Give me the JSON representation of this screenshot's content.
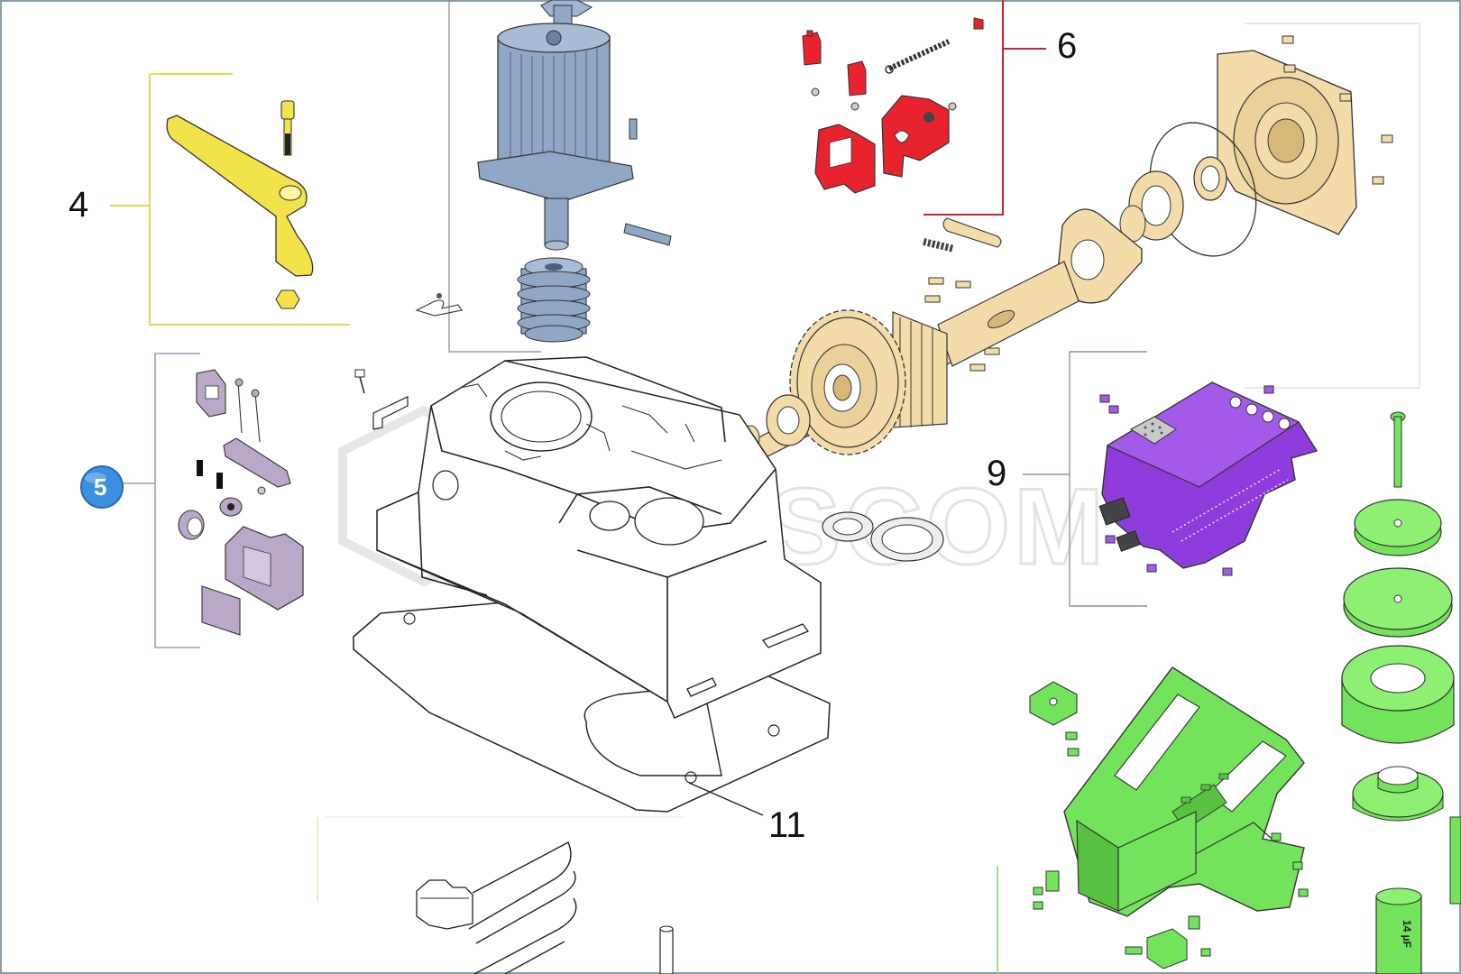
{
  "callouts": {
    "c4": "4",
    "c5": "5",
    "c6": "6",
    "c9": "9",
    "c11": "11"
  },
  "watermark": "PLUSCOM",
  "capacitor_label": "14 µF",
  "colors": {
    "yellow_group": "#f2e34a",
    "red_group": "#e8232e",
    "tan_group": "#f3dcaa",
    "purple_group": "#8e3ddc",
    "green_group": "#72e35a",
    "motor_blue": "#8fa6c4",
    "lock_lilac": "#b9a8c8",
    "badge_blue": "#3d8fe0",
    "bracket_yellow": "#e6d74a",
    "bracket_red": "#c8232e",
    "bracket_purple": "#9a8aa8"
  }
}
